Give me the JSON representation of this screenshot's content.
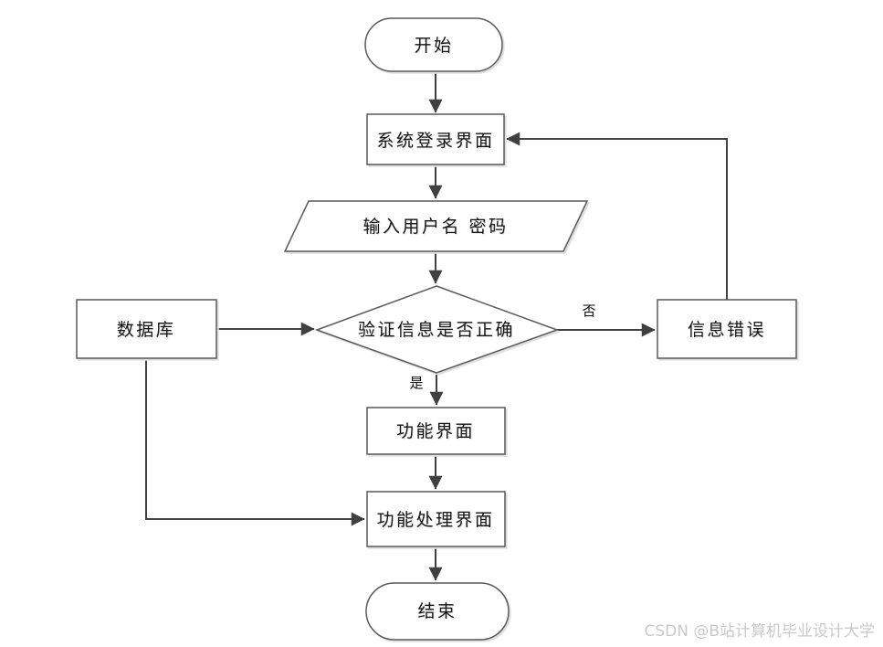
{
  "diagram": {
    "nodes": {
      "start": {
        "label": "开始",
        "type": "terminator"
      },
      "login": {
        "label": "系统登录界面",
        "type": "process"
      },
      "input": {
        "label": "输入用户名 密码",
        "type": "io"
      },
      "verify": {
        "label": "验证信息是否正确",
        "type": "decision"
      },
      "database": {
        "label": "数据库",
        "type": "process"
      },
      "error": {
        "label": "信息错误",
        "type": "process"
      },
      "function": {
        "label": "功能界面",
        "type": "process"
      },
      "handler": {
        "label": "功能处理界面",
        "type": "process"
      },
      "end": {
        "label": "结束",
        "type": "terminator"
      }
    },
    "edge_labels": {
      "no": "否",
      "yes": "是"
    }
  },
  "watermark": {
    "text": "CSDN @B站计算机毕业设计大学"
  },
  "colors": {
    "background": "#ffffff",
    "edge_line": "#404040",
    "shape_border": "#595959",
    "shape_fill": "#ffffff",
    "text": "#141414",
    "shadow": "#e0e0e0",
    "watermark": "#c9c9c9"
  }
}
